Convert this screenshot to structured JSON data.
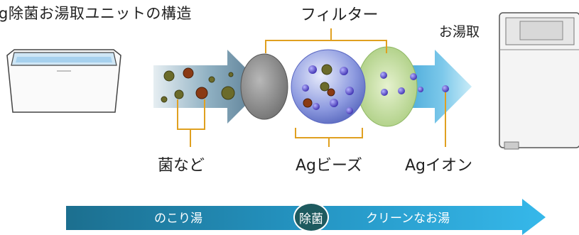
{
  "title": "g除菌お湯取ユニットの構造",
  "labels": {
    "filter": "フィルター",
    "otori": "お湯取",
    "bacteria": "菌など",
    "ag_beads": "Agビーズ",
    "ag_ion": "Agイオン"
  },
  "bar": {
    "left": "のこり湯",
    "center": "除菌",
    "right": "クリーンなお湯"
  },
  "colors": {
    "arrow_blue": "#29a3cf",
    "bar_dark": "#1c6f8f",
    "bar_light": "#32b4e6",
    "badge": "#1e5a5f",
    "bracket": "#e0a020"
  },
  "icons": [
    "bathtub-icon",
    "washing-machine-icon",
    "bacteria-icon",
    "ag-bead-icon",
    "ag-ion-icon"
  ]
}
